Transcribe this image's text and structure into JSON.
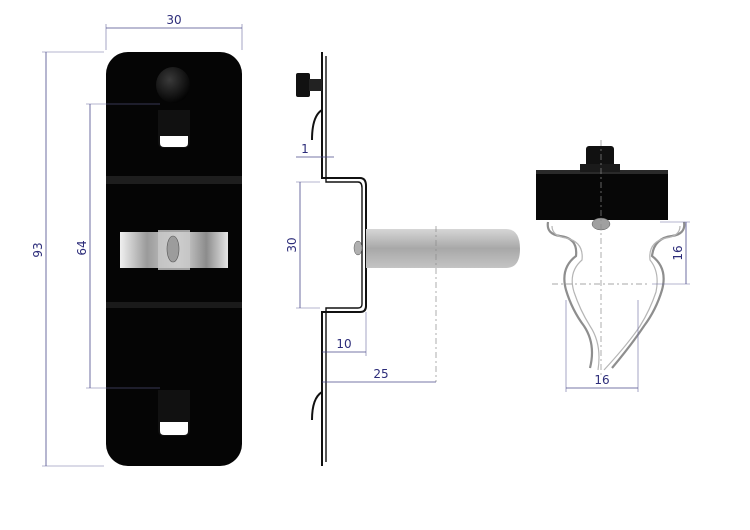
{
  "dimensions": {
    "front_width": "30",
    "front_height": "93",
    "front_slot_spacing": "64",
    "side_thickness": "1",
    "side_offset_height": "30",
    "side_depth": "10",
    "side_reach": "25",
    "end_height": "16",
    "end_width": "16"
  },
  "colors": {
    "plate": "#050505",
    "dimension": "#2d2d7a",
    "metal_light": "#d0d0d0",
    "metal_dark": "#8a8a8a"
  },
  "icons": [
    "mounting-plate-icon",
    "spring-clip-icon",
    "mushroom-stud-icon"
  ]
}
